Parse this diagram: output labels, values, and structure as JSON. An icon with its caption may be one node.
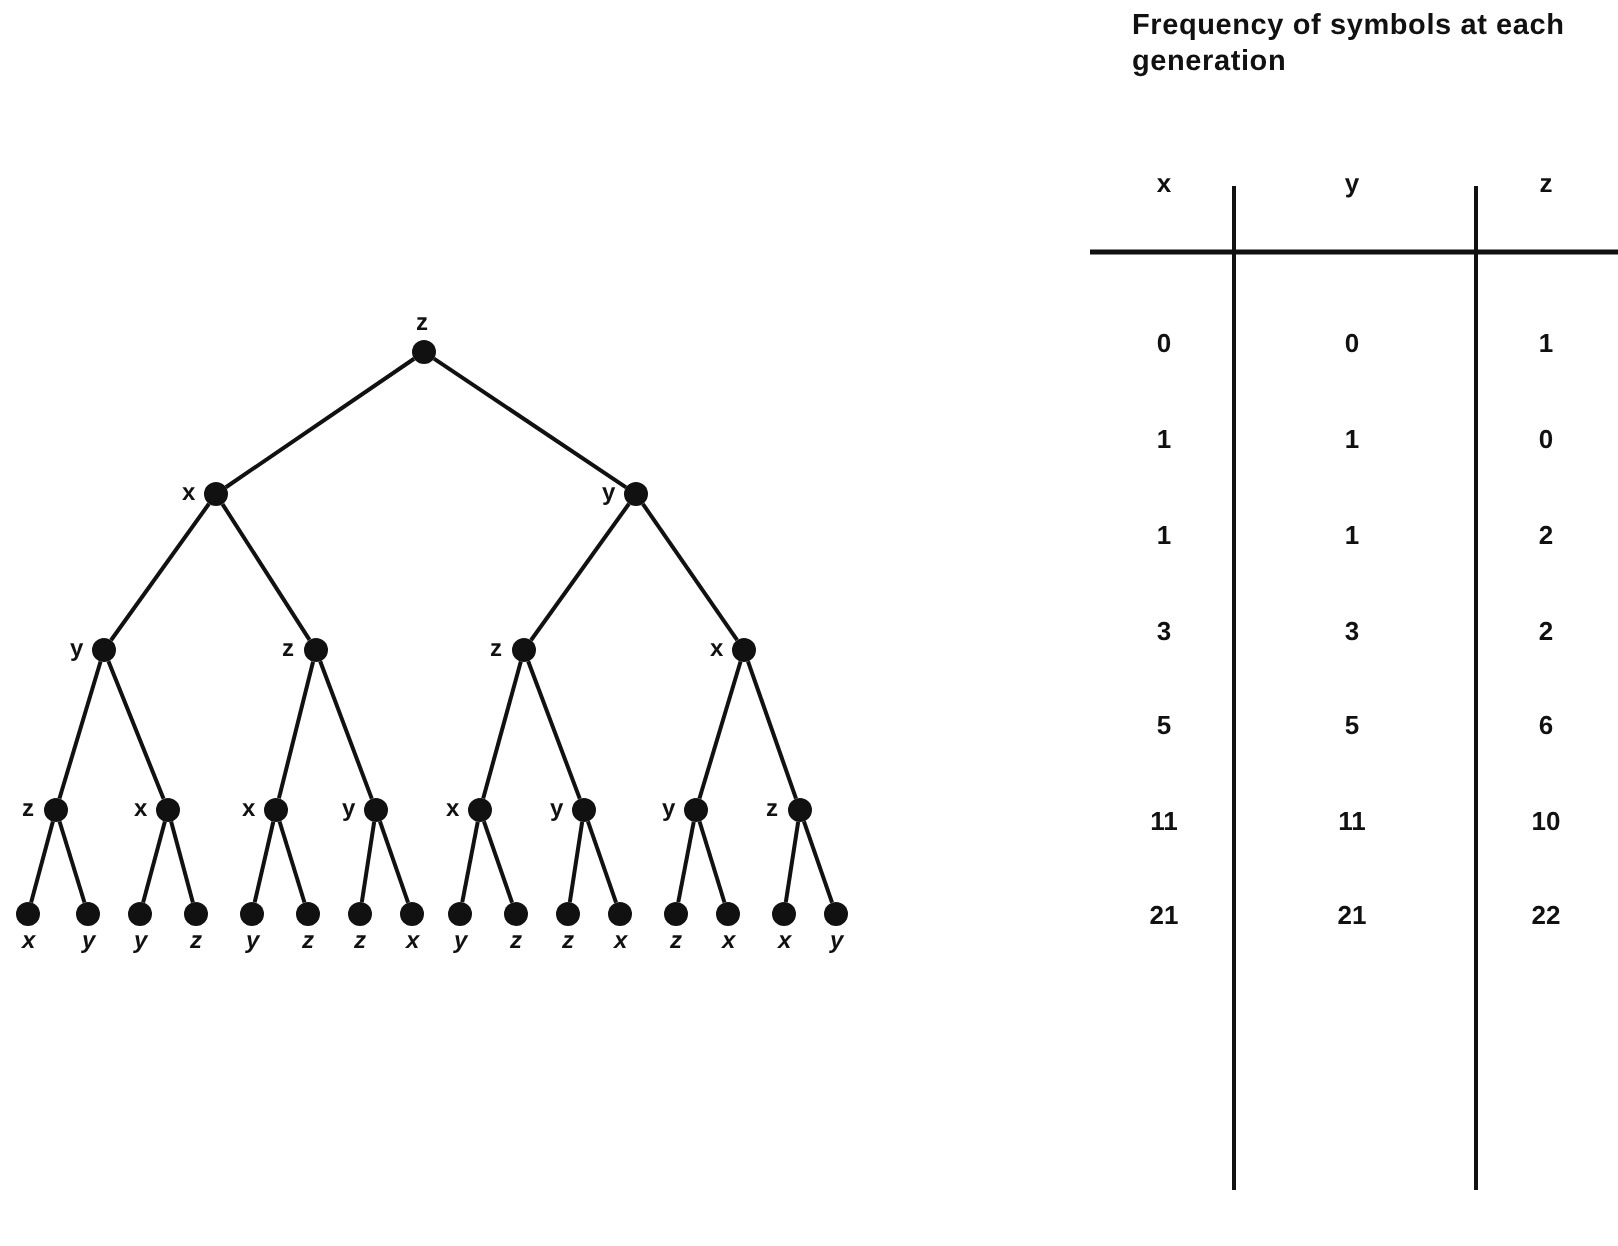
{
  "diagram": {
    "nodes": [
      {
        "text": [],
        "shape": "circle",
        "beside": [
          "z"
        ]
      },
      {
        "text": [],
        "shape": "circle",
        "beside": [
          "x"
        ]
      },
      {
        "text": [],
        "shape": "circle",
        "beside": [
          "y"
        ]
      },
      {
        "text": [],
        "shape": "circle",
        "beside": [
          "y"
        ]
      },
      {
        "text": [],
        "shape": "circle",
        "beside": [
          "z"
        ]
      },
      {
        "text": [],
        "shape": "circle",
        "beside": [
          "z"
        ]
      },
      {
        "text": [],
        "shape": "circle",
        "beside": [
          "x"
        ]
      },
      {
        "text": [],
        "shape": "circle",
        "beside": [
          "z"
        ]
      },
      {
        "text": [],
        "shape": "circle",
        "beside": [
          "x"
        ]
      },
      {
        "text": [],
        "shape": "circle",
        "beside": [
          "x"
        ]
      },
      {
        "text": [],
        "shape": "circle",
        "beside": [
          "y"
        ]
      },
      {
        "text": [],
        "shape": "circle",
        "beside": [
          "x"
        ]
      },
      {
        "text": [],
        "shape": "circle",
        "beside": [
          "y"
        ]
      },
      {
        "text": [],
        "shape": "circle",
        "beside": [
          "y"
        ]
      },
      {
        "text": [],
        "shape": "circle",
        "beside": [
          "z"
        ]
      },
      {
        "text": [],
        "shape": "circle",
        "beside": [
          "x"
        ]
      },
      {
        "text": [],
        "shape": "circle",
        "beside": [
          "y"
        ]
      },
      {
        "text": [],
        "shape": "circle",
        "beside": [
          "y"
        ]
      },
      {
        "text": [],
        "shape": "circle",
        "beside": [
          "z"
        ]
      },
      {
        "text": [],
        "shape": "circle",
        "beside": [
          "y"
        ]
      },
      {
        "text": [],
        "shape": "circle",
        "beside": [
          "z"
        ]
      },
      {
        "text": [],
        "shape": "circle",
        "beside": [
          "z"
        ]
      },
      {
        "text": [],
        "shape": "circle",
        "beside": [
          "x"
        ]
      },
      {
        "text": [],
        "shape": "circle",
        "beside": [
          "y"
        ]
      },
      {
        "text": [],
        "shape": "circle",
        "beside": [
          "z"
        ]
      },
      {
        "text": [],
        "shape": "circle",
        "beside": [
          "z"
        ]
      },
      {
        "text": [],
        "shape": "circle",
        "beside": [
          "x"
        ]
      },
      {
        "text": [],
        "shape": "circle",
        "beside": [
          "z"
        ]
      },
      {
        "text": [],
        "shape": "circle",
        "beside": [
          "x"
        ]
      },
      {
        "text": [],
        "shape": "circle",
        "beside": [
          "x"
        ]
      },
      {
        "text": [],
        "shape": "circle",
        "beside": [
          "y"
        ]
      }
    ],
    "edges": [
      {
        "from": 0,
        "to": 1,
        "arrow": "none"
      },
      {
        "from": 0,
        "to": 2,
        "arrow": "none"
      },
      {
        "from": 1,
        "to": 3,
        "arrow": "none"
      },
      {
        "from": 1,
        "to": 4,
        "arrow": "none"
      },
      {
        "from": 2,
        "to": 5,
        "arrow": "none"
      },
      {
        "from": 2,
        "to": 6,
        "arrow": "none"
      },
      {
        "from": 3,
        "to": 7,
        "arrow": "none"
      },
      {
        "from": 3,
        "to": 8,
        "arrow": "none"
      },
      {
        "from": 4,
        "to": 9,
        "arrow": "none"
      },
      {
        "from": 4,
        "to": 10,
        "arrow": "none"
      },
      {
        "from": 5,
        "to": 11,
        "arrow": "none"
      },
      {
        "from": 5,
        "to": 12,
        "arrow": "none"
      },
      {
        "from": 6,
        "to": 13,
        "arrow": "none"
      },
      {
        "from": 6,
        "to": 14,
        "arrow": "none"
      },
      {
        "from": 7,
        "to": 15,
        "arrow": "none"
      },
      {
        "from": 7,
        "to": 16,
        "arrow": "none"
      },
      {
        "from": 8,
        "to": 17,
        "arrow": "none"
      },
      {
        "from": 8,
        "to": 18,
        "arrow": "none"
      },
      {
        "from": 9,
        "to": 19,
        "arrow": "none"
      },
      {
        "from": 9,
        "to": 20,
        "arrow": "none"
      },
      {
        "from": 10,
        "to": 21,
        "arrow": "none"
      },
      {
        "from": 10,
        "to": 22,
        "arrow": "none"
      },
      {
        "from": 11,
        "to": 23,
        "arrow": "none"
      },
      {
        "from": 11,
        "to": 24,
        "arrow": "none"
      },
      {
        "from": 12,
        "to": 25,
        "arrow": "none"
      },
      {
        "from": 12,
        "to": 26,
        "arrow": "none"
      },
      {
        "from": 13,
        "to": 27,
        "arrow": "none"
      },
      {
        "from": 13,
        "to": 28,
        "arrow": "none"
      },
      {
        "from": 14,
        "to": 29,
        "arrow": "none"
      },
      {
        "from": 14,
        "to": 30,
        "arrow": "none"
      }
    ],
    "labels": [
      "Frequency of symbols at each generation",
      "x",
      "y",
      "z",
      "0",
      "0",
      "1",
      "1",
      "1",
      "0",
      "1",
      "1",
      "2",
      "3",
      "3",
      "2",
      "5",
      "5",
      "6",
      "11",
      "11",
      "10",
      "21",
      "21",
      "22"
    ]
  }
}
